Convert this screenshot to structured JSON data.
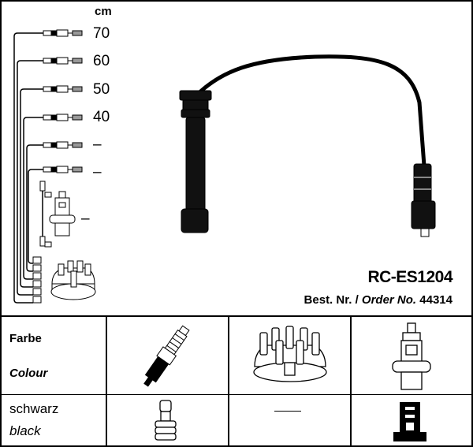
{
  "lengths": {
    "unit": "cm",
    "values": [
      "70",
      "60",
      "50",
      "40",
      "–",
      "–",
      "–"
    ]
  },
  "product": {
    "name": "RC-ES1204",
    "order_prefix": "Best. Nr. /",
    "order_label": "Order No.",
    "order_number": "44314"
  },
  "table": {
    "header_de": "Farbe",
    "header_en": "Colour",
    "color_de": "schwarz",
    "color_en": "black",
    "distributor_value": "—"
  }
}
